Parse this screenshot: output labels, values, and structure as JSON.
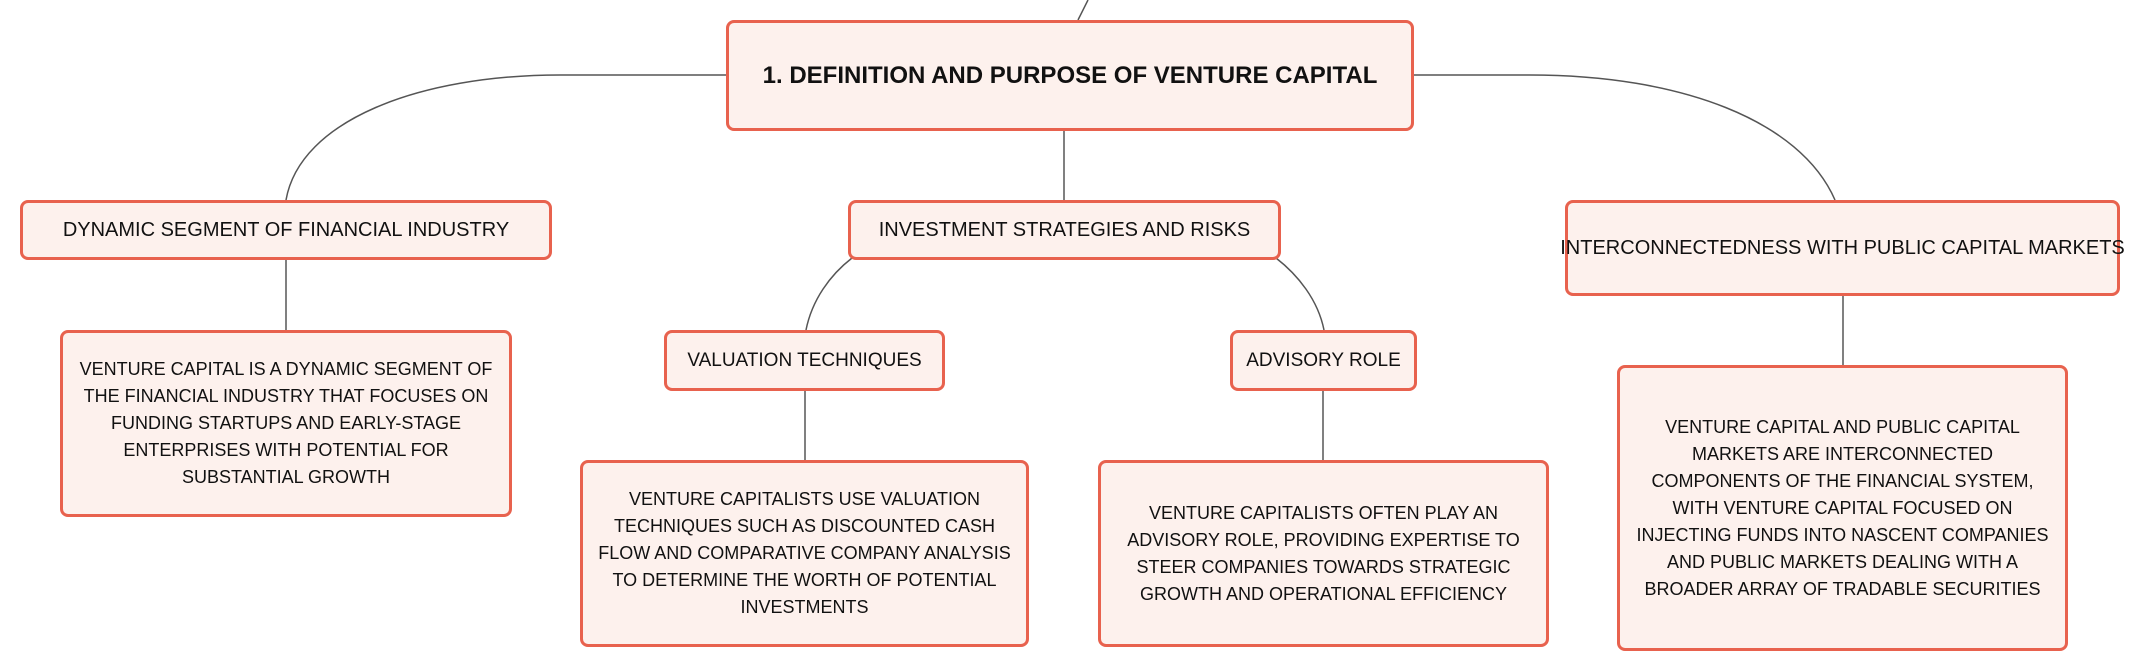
{
  "diagram": {
    "root": {
      "label": "1. DEFINITION AND PURPOSE OF VENTURE CAPITAL"
    },
    "branches": {
      "dynamic_segment": {
        "label": "DYNAMIC SEGMENT OF FINANCIAL INDUSTRY",
        "detail": "VENTURE CAPITAL IS A DYNAMIC SEGMENT OF THE FINANCIAL INDUSTRY THAT FOCUSES ON FUNDING STARTUPS AND EARLY-STAGE ENTERPRISES WITH POTENTIAL FOR SUBSTANTIAL GROWTH"
      },
      "investment_strategies": {
        "label": "INVESTMENT STRATEGIES AND RISKS",
        "children": {
          "valuation_techniques": {
            "label": "VALUATION TECHNIQUES",
            "detail": "VENTURE CAPITALISTS USE VALUATION TECHNIQUES SUCH AS DISCOUNTED CASH FLOW AND COMPARATIVE COMPANY ANALYSIS TO DETERMINE THE WORTH OF POTENTIAL INVESTMENTS"
          },
          "advisory_role": {
            "label": "ADVISORY ROLE",
            "detail": "VENTURE CAPITALISTS OFTEN PLAY AN ADVISORY ROLE, PROVIDING EXPERTISE TO STEER COMPANIES TOWARDS STRATEGIC GROWTH AND OPERATIONAL EFFICIENCY"
          }
        }
      },
      "interconnectedness": {
        "label": "INTERCONNECTEDNESS WITH PUBLIC CAPITAL MARKETS",
        "detail": "VENTURE CAPITAL AND PUBLIC CAPITAL MARKETS ARE INTERCONNECTED COMPONENTS OF THE FINANCIAL SYSTEM, WITH VENTURE CAPITAL FOCUSED ON INJECTING FUNDS INTO NASCENT COMPANIES AND PUBLIC MARKETS DEALING WITH A BROADER ARRAY OF TRADABLE SECURITIES"
      }
    },
    "colors": {
      "node_border": "#e8624e",
      "node_fill": "#fdf1ed",
      "connector": "#555555",
      "text": "#111111"
    }
  }
}
